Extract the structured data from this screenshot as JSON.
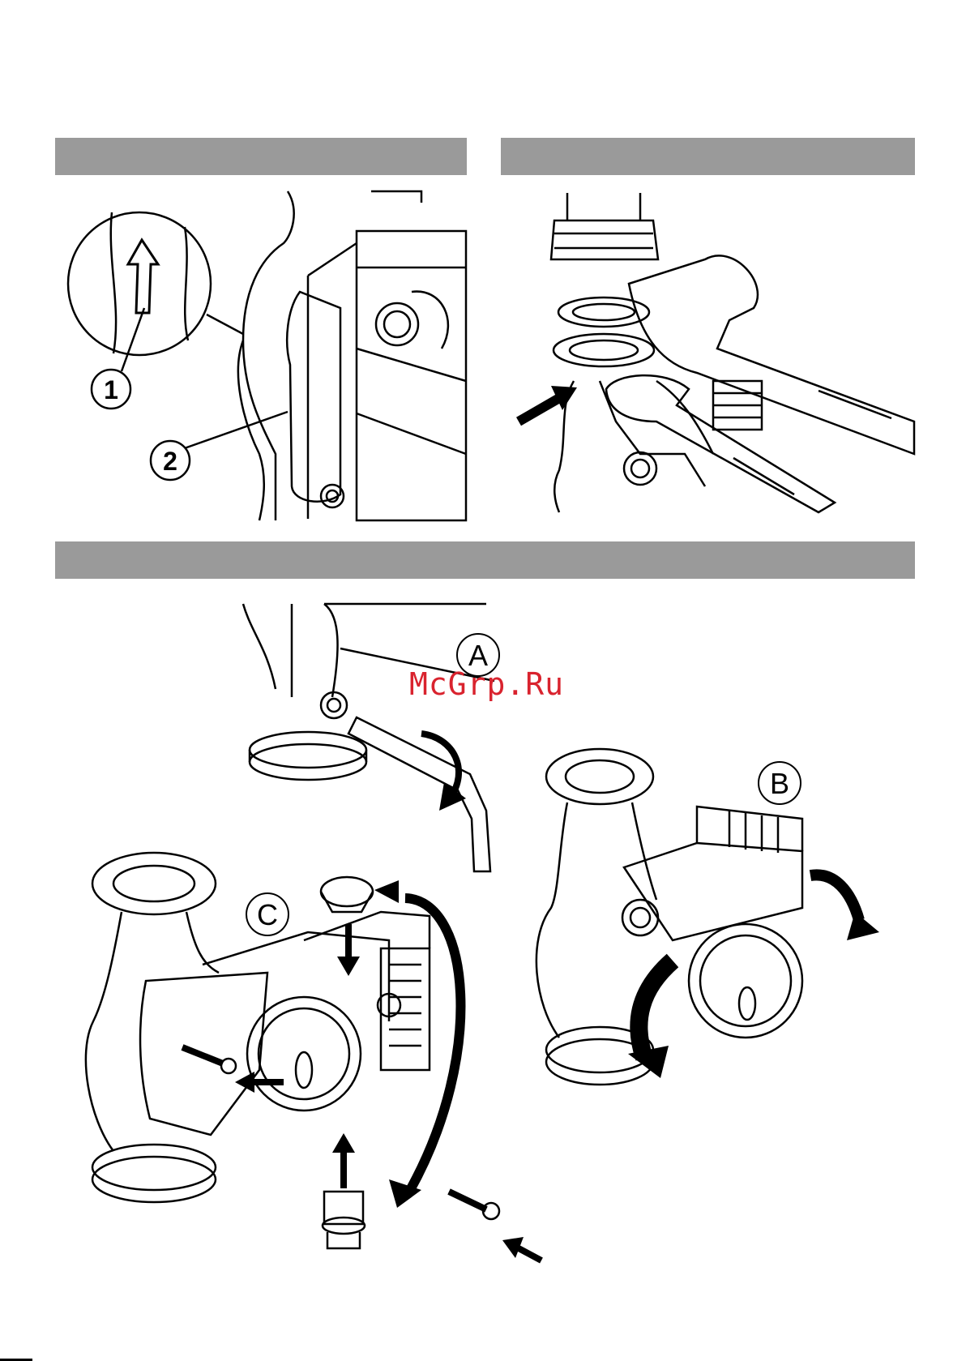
{
  "figure_1": {
    "callouts": [
      {
        "id": "1",
        "label": "1"
      },
      {
        "id": "2",
        "label": "2"
      }
    ]
  },
  "figure_3": {
    "steps": [
      {
        "id": "A",
        "label": "A"
      },
      {
        "id": "B",
        "label": "B"
      },
      {
        "id": "C",
        "label": "C"
      }
    ]
  },
  "watermark": "McGrp.Ru"
}
